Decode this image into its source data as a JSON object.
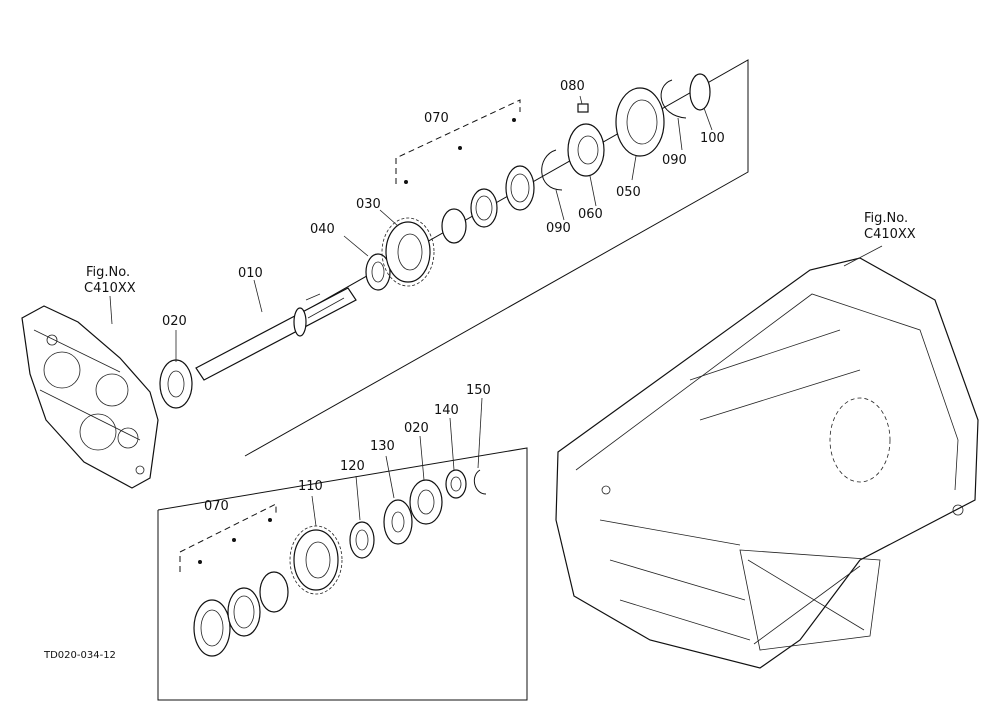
{
  "figure_ref_left": {
    "line1": "Fig.No.",
    "line2": "C410XX"
  },
  "figure_ref_right": {
    "line1": "Fig.No.",
    "line2": "C410XX"
  },
  "labels": {
    "p010": "010",
    "p020_top": "020",
    "p030": "030",
    "p040": "040",
    "p050": "050",
    "p060": "060",
    "p070_top": "070",
    "p080": "080",
    "p090_a": "090",
    "p090_b": "090",
    "p100": "100",
    "p070_bottom": "070",
    "p110": "110",
    "p120": "120",
    "p130": "130",
    "p020_bottom": "020",
    "p140": "140",
    "p150": "150"
  },
  "drawing_code": "TD020-034-12"
}
